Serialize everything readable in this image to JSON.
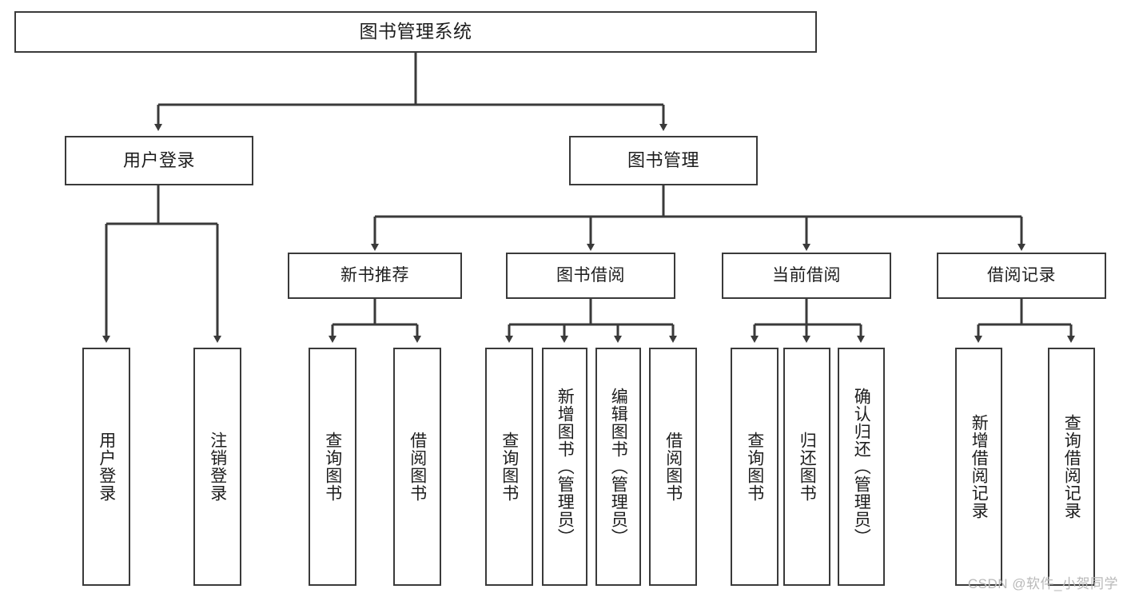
{
  "diagram": {
    "type": "tree-hierarchy",
    "title": "图书管理系统",
    "root": {
      "label": "图书管理系统"
    },
    "level1": [
      {
        "id": "user-login",
        "label": "用户登录"
      },
      {
        "id": "book-management",
        "label": "图书管理"
      }
    ],
    "level2": [
      {
        "id": "new-book-recommend",
        "label": "新书推荐",
        "parent": "book-management"
      },
      {
        "id": "book-borrow",
        "label": "图书借阅",
        "parent": "book-management"
      },
      {
        "id": "current-borrow",
        "label": "当前借阅",
        "parent": "book-management"
      },
      {
        "id": "borrow-record",
        "label": "借阅记录",
        "parent": "book-management"
      }
    ],
    "leaves": [
      {
        "id": "leaf-user-login",
        "label": "用户登录",
        "parent": "user-login"
      },
      {
        "id": "leaf-logout-login",
        "label": "注销登录",
        "parent": "user-login"
      },
      {
        "id": "leaf-query-book-1",
        "label": "查询图书",
        "parent": "new-book-recommend"
      },
      {
        "id": "leaf-borrow-book-1",
        "label": "借阅图书",
        "parent": "new-book-recommend"
      },
      {
        "id": "leaf-query-book-2",
        "label": "查询图书",
        "parent": "book-borrow"
      },
      {
        "id": "leaf-add-book",
        "label": "新增图书（管理员）",
        "parent": "book-borrow"
      },
      {
        "id": "leaf-edit-book",
        "label": "编辑图书（管理员）",
        "parent": "book-borrow"
      },
      {
        "id": "leaf-borrow-book-2",
        "label": "借阅图书",
        "parent": "book-borrow"
      },
      {
        "id": "leaf-query-book-3",
        "label": "查询图书",
        "parent": "current-borrow"
      },
      {
        "id": "leaf-return-book",
        "label": "归还图书",
        "parent": "current-borrow"
      },
      {
        "id": "leaf-confirm-return",
        "label": "确认归还（管理员）",
        "parent": "current-borrow"
      },
      {
        "id": "leaf-add-record",
        "label": "新增借阅记录",
        "parent": "borrow-record"
      },
      {
        "id": "leaf-query-record",
        "label": "查询借阅记录",
        "parent": "borrow-record"
      }
    ],
    "colors": {
      "stroke": "#3a3a3a",
      "box_fill": "#ffffff",
      "text": "#1d1d1d",
      "background": "#ffffff",
      "watermark": "#b9b9b9"
    }
  },
  "watermark": {
    "text": "CSDN @软件_小贺同学"
  }
}
